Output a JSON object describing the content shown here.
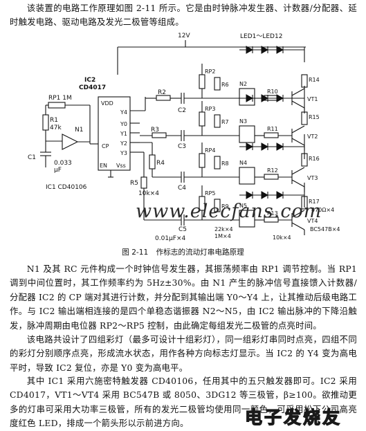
{
  "text": {
    "intro": "该装置的电路工作原理如图 2-11 所示。它是由时钟脉冲发生器、计数器/分配器、延时触发电路、驱动电路及发光二极管等组成。",
    "p1": "N1 及其 RC 元件构成一个时钟信号发生器，其振荡频率由 RP1 调节控制。当 RP1 调到中间位置时，其工作频率约为 5Hz±30%。由 N1 产生的脉冲信号直接馈入计数器/分配器 IC2 的 CP 端对其进行计数，并分配到其输出端 Y0～Y4 上，让其推动后级电路工作。与 IC2 输出端相连接的是四个单稳态谐振器 N2～N5，由 IC2 输出脉冲的下降沿触发，脉冲周期由电位器 RP2～RP5 控制，由此确定每组发光二极管的点亮时间。",
    "p2": "该电路共设计了四组彩灯（最多可设计十组彩灯），同一组彩灯串同时点亮，四组不同的彩灯分别顺序点亮，形成流水状态，用作各种方向标志灯显示。当 IC2 的 Y4 变为高电平时，导致 IC2 复位，亦是 Y0 变为高电平。",
    "p3": "其中 IC1 采用六施密特触发器 CD40106，任用其中的五只触发器即可。IC2 采用 CD4017，VT1～VT4 采用 BC547B 或 8050、3DG12 等三极管，β≥100。欲推动更多的灯串可采用大功率三极管，所有的发光二极管均使用同一颜色，可采用松下公司高亮度红色 LED，排成一个箭头形以示前进方向。"
  },
  "caption": {
    "number": "图 2-11",
    "title": "作标志的流动灯串电路原理"
  },
  "watermark": "www.elecfans.com",
  "logo": "电子发烧友",
  "schematic": {
    "supply": "12V",
    "led_group": "LED1～LED12",
    "ic2_name": "IC2",
    "ic2_part": "CD4017",
    "ic1_label": "IC1  CD40106",
    "pins": {
      "vdd": "VDD",
      "cp": "CP",
      "en": "EN",
      "vss": "Vss",
      "y0": "Y0",
      "y1": "Y1",
      "y2": "Y2",
      "y3": "Y3",
      "y4": "Y4"
    },
    "rp1": "RP1 1M",
    "r1": "R1",
    "r1_value": "47k",
    "c1": "C1",
    "c1_value": "0.033",
    "c1_unit": "μF",
    "n1": "N1",
    "r2": "R2",
    "r3": "R3",
    "r4": "R4",
    "r5": "R5",
    "r5_value": "10k×4",
    "c2": "C2",
    "c3": "C3",
    "c4": "C4",
    "c5": "C5",
    "c5_value": "0.01μF×4",
    "rp2": "RP2",
    "rp3": "RP3",
    "rp4": "RP4",
    "rp5": "RP5",
    "rp5_value": "1M×4",
    "r6": "R6",
    "r7": "R7",
    "r8": "R8",
    "r9": "R9",
    "r9_value": "22k×4",
    "n2": "N2",
    "n3": "N3",
    "n4": "N4",
    "n5": "N5",
    "r10": "R10",
    "r11": "R11",
    "r12": "R12",
    "r13": "R13",
    "r13_value": "10k×4",
    "r14": "R14",
    "r15": "R15",
    "r16": "R16",
    "r17": "R17",
    "r17_value": "470Ω×4",
    "vt1": "VT1",
    "vt2": "VT2",
    "vt3": "VT3",
    "vt4": "VT4",
    "vt_part": "BC547B×4"
  }
}
